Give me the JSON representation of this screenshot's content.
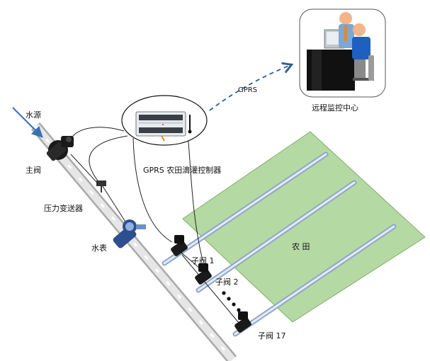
{
  "diagram": {
    "title": "GPRS 农田滴灌控制系统示意图",
    "labels": {
      "water_source": "水源",
      "main_valve": "主阀",
      "pressure_transmitter": "压力变送器",
      "water_meter": "水表",
      "controller": "GPRS 农田滴灌控制器",
      "gprs": "GPRS",
      "monitor_center": "远程监控中心",
      "farmland": "农 田",
      "sub_valve_1": "子阀 1",
      "sub_valve_2": "子阀 2",
      "sub_valve_17": "子阀 17"
    },
    "colors": {
      "field": "#b5d9a3",
      "field_border": "#7fae6a",
      "pipe": "#d9d9d9",
      "drip_line": "#c8d7ec",
      "valve": "#1a1a1a",
      "meter": "#2d4f8f",
      "gprs_arrow": "#2f5f8f"
    },
    "icons": [
      "valve-icon",
      "water-meter-icon",
      "pressure-sensor-icon",
      "controller-device-icon",
      "antenna-icon",
      "office-workers-icon",
      "arrow-icon"
    ]
  }
}
